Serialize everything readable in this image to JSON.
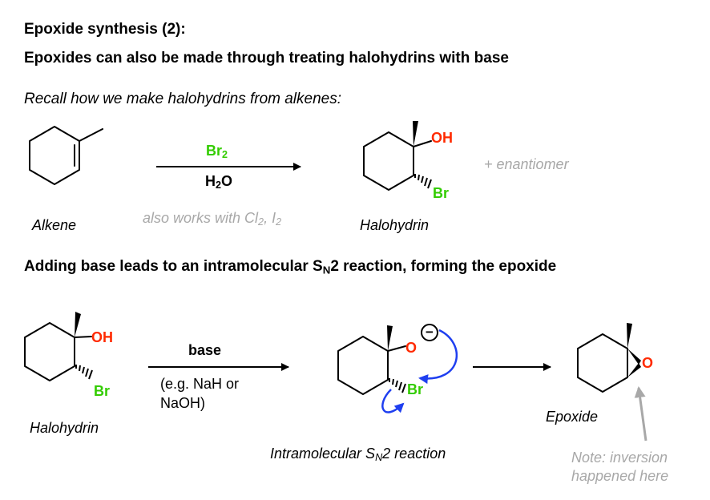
{
  "header": {
    "line1": "Epoxide synthesis (2):",
    "line2": "Epoxides can also be made through treating halohydrins with base"
  },
  "recall": "Recall how we make halohydrins from alkenes:",
  "reaction1": {
    "reagent_top_main": "Br",
    "reagent_top_sub": "2",
    "reagent_bottom_main": "H",
    "reagent_bottom_sub": "2",
    "reagent_bottom_end": "O",
    "start_label": "Alkene",
    "product_label": "Halohydrin",
    "product_oh": "OH",
    "product_br": "Br",
    "enantiomer": "+ enantiomer",
    "note_a": "also works with Cl",
    "note_sub1": "2",
    "note_b": ", I",
    "note_sub2": "2"
  },
  "subheader": {
    "part1": "Adding base leads to an intramolecular S",
    "sub": "N",
    "part2": "2 reaction, forming the epoxide"
  },
  "reaction2": {
    "start_label": "Halohydrin",
    "start_oh": "OH",
    "start_br": "Br",
    "reagent_top": "base",
    "reagent_line1": "(e.g. NaH or",
    "reagent_line2": "NaOH)",
    "mid_o": "O",
    "mid_charge": "−",
    "mid_br": "Br",
    "mid_label_a": "Intramolecular S",
    "mid_label_sub": "N",
    "mid_label_b": "2 reaction",
    "product_o": "O",
    "product_label": "Epoxide",
    "note_line1": "Note: inversion",
    "note_line2": "happened here"
  },
  "colors": {
    "oxygen": "#ff2a00",
    "bromine": "#33cc00",
    "arrow_blue": "#1f3ff0",
    "note_grey": "#a8a8a8"
  }
}
